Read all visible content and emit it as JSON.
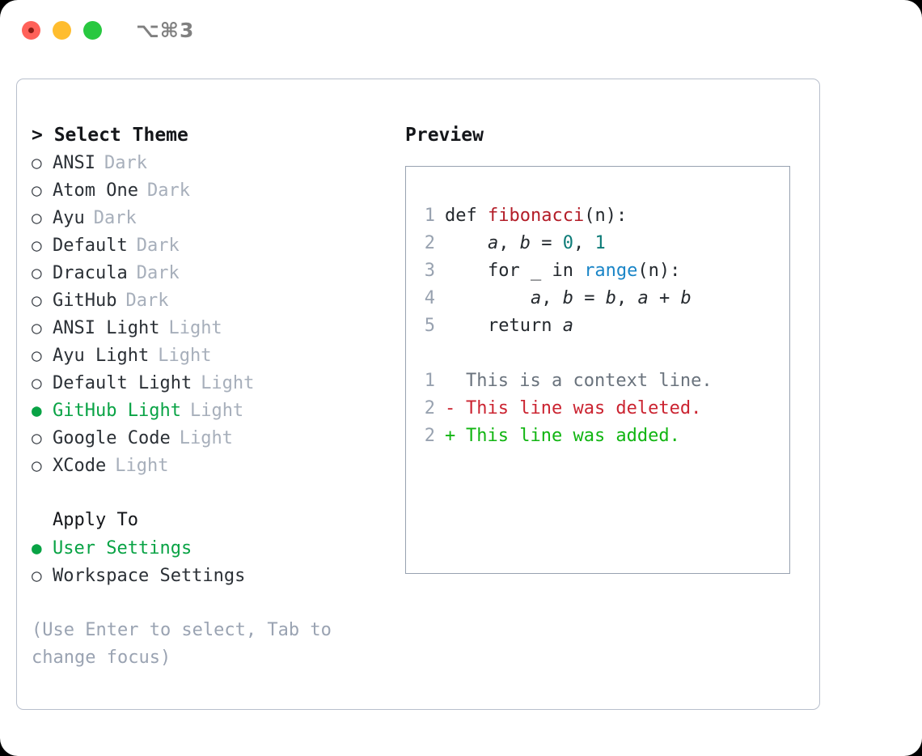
{
  "titlebar": {
    "shortcut": "⌥⌘3",
    "buttons": [
      {
        "name": "close",
        "color": "#ff6159"
      },
      {
        "name": "minimize",
        "color": "#ffbd2e"
      },
      {
        "name": "maximize",
        "color": "#28c840"
      }
    ]
  },
  "colors": {
    "accent_green": "#09a345",
    "muted": "#a7afbb",
    "border_panel": "#b8bfcc",
    "border_preview": "#98a2b0",
    "code_fn": "#b31d28",
    "code_num": "#0c7b77",
    "code_call": "#1a85c7",
    "diff_add": "#11b512",
    "diff_del": "#cb2431",
    "diff_ctx": "#6a737d"
  },
  "theme_picker": {
    "title": "> Select Theme",
    "marker_selected": "●",
    "marker_unselected": "○",
    "items": [
      {
        "name": "ANSI",
        "category": "Dark",
        "selected": false
      },
      {
        "name": "Atom One",
        "category": "Dark",
        "selected": false
      },
      {
        "name": "Ayu",
        "category": "Dark",
        "selected": false
      },
      {
        "name": "Default",
        "category": "Dark",
        "selected": false
      },
      {
        "name": "Dracula",
        "category": "Dark",
        "selected": false
      },
      {
        "name": "GitHub",
        "category": "Dark",
        "selected": false
      },
      {
        "name": "ANSI Light",
        "category": "Light",
        "selected": false
      },
      {
        "name": "Ayu Light",
        "category": "Light",
        "selected": false
      },
      {
        "name": "Default Light",
        "category": "Light",
        "selected": false
      },
      {
        "name": "GitHub Light",
        "category": "Light",
        "selected": true
      },
      {
        "name": "Google Code",
        "category": "Light",
        "selected": false
      },
      {
        "name": "XCode",
        "category": "Light",
        "selected": false
      }
    ]
  },
  "apply_to": {
    "title": "Apply To",
    "items": [
      {
        "name": "User Settings",
        "selected": true
      },
      {
        "name": "Workspace Settings",
        "selected": false
      }
    ]
  },
  "hint": "(Use Enter to select, Tab to change focus)",
  "preview": {
    "title": "Preview",
    "code": [
      {
        "num": "1",
        "tokens": [
          {
            "text": "def ",
            "type": "plain"
          },
          {
            "text": "fibonacci",
            "type": "fn"
          },
          {
            "text": "(n):",
            "type": "plain"
          }
        ]
      },
      {
        "num": "2",
        "tokens": [
          {
            "text": "    ",
            "type": "plain"
          },
          {
            "text": "a",
            "type": "var"
          },
          {
            "text": ", ",
            "type": "plain"
          },
          {
            "text": "b",
            "type": "var"
          },
          {
            "text": " = ",
            "type": "plain"
          },
          {
            "text": "0",
            "type": "num"
          },
          {
            "text": ", ",
            "type": "plain"
          },
          {
            "text": "1",
            "type": "num"
          }
        ]
      },
      {
        "num": "3",
        "tokens": [
          {
            "text": "    for _ in ",
            "type": "plain"
          },
          {
            "text": "range",
            "type": "call"
          },
          {
            "text": "(n):",
            "type": "plain"
          }
        ]
      },
      {
        "num": "4",
        "tokens": [
          {
            "text": "        ",
            "type": "plain"
          },
          {
            "text": "a",
            "type": "var"
          },
          {
            "text": ", ",
            "type": "plain"
          },
          {
            "text": "b",
            "type": "var"
          },
          {
            "text": " = ",
            "type": "plain"
          },
          {
            "text": "b",
            "type": "var"
          },
          {
            "text": ", ",
            "type": "plain"
          },
          {
            "text": "a",
            "type": "var"
          },
          {
            "text": " + ",
            "type": "plain"
          },
          {
            "text": "b",
            "type": "var"
          }
        ]
      },
      {
        "num": "5",
        "tokens": [
          {
            "text": "    return ",
            "type": "plain"
          },
          {
            "text": "a",
            "type": "var"
          }
        ]
      }
    ],
    "diff": [
      {
        "num": "1",
        "marker": " ",
        "text": "This is a context line.",
        "kind": "context"
      },
      {
        "num": "2",
        "marker": "-",
        "text": "This line was deleted.",
        "kind": "deleted"
      },
      {
        "num": "2",
        "marker": "+",
        "text": "This line was added.",
        "kind": "added"
      }
    ]
  }
}
